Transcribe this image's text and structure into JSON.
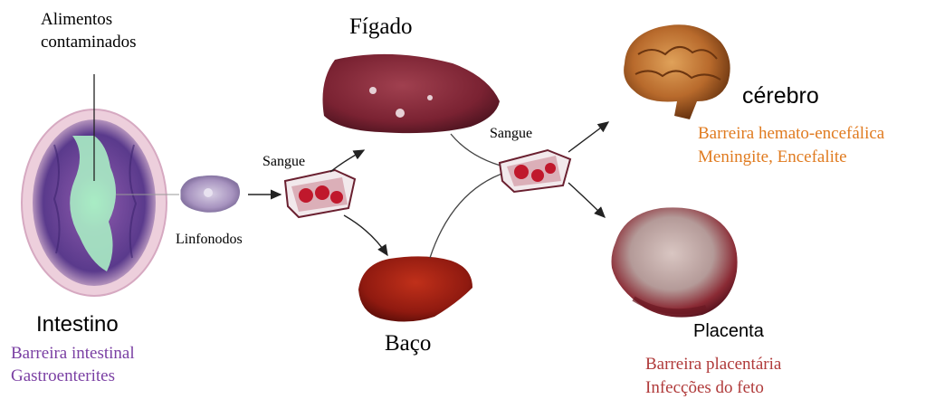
{
  "labels": {
    "food_line1": "Alimentos",
    "food_line2": "contaminados",
    "liver": "Fígado",
    "brain": "cérebro",
    "brain_barrier": "Barreira hemato-encefálica",
    "brain_disease": "Meningite, Encefalite",
    "blood_left": "Sangue",
    "blood_right": "Sangue",
    "lymph_nodes": "Linfonodos",
    "intestine": "Intestino",
    "intestine_barrier": "Barreira intestinal",
    "intestine_disease": "Gastroenterites",
    "spleen": "Baço",
    "placenta": "Placenta",
    "placenta_barrier": "Barreira placentária",
    "placenta_disease": "Infecções do feto"
  },
  "colors": {
    "brain_notes": "#e07b20",
    "intestine_notes": "#7a3fa3",
    "placenta_notes": "#b03a3a"
  }
}
